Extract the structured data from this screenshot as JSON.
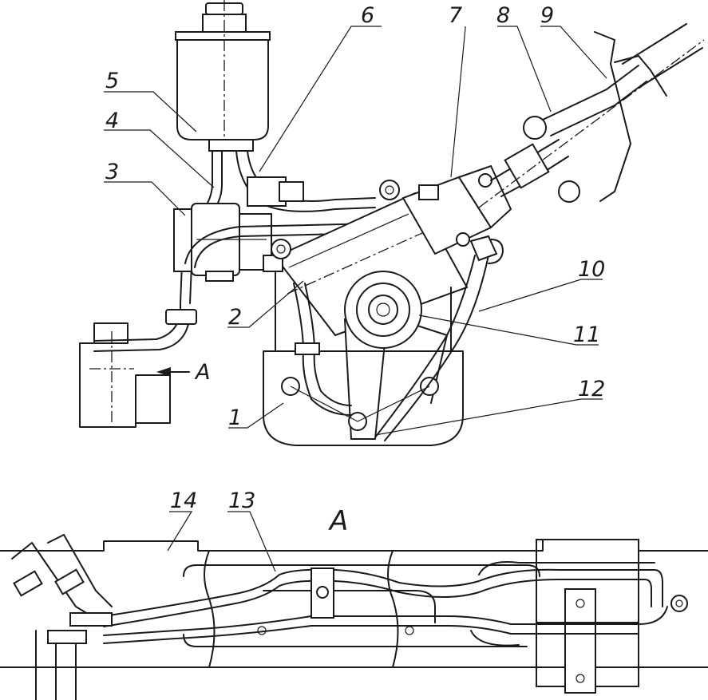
{
  "callouts": [
    {
      "id": "1",
      "text": "1"
    },
    {
      "id": "2",
      "text": "2"
    },
    {
      "id": "3",
      "text": "3"
    },
    {
      "id": "4",
      "text": "4"
    },
    {
      "id": "5",
      "text": "5"
    },
    {
      "id": "6",
      "text": "6"
    },
    {
      "id": "7",
      "text": "7"
    },
    {
      "id": "8",
      "text": "8"
    },
    {
      "id": "9",
      "text": "9"
    },
    {
      "id": "10",
      "text": "10"
    },
    {
      "id": "11",
      "text": "11"
    },
    {
      "id": "12",
      "text": "12"
    },
    {
      "id": "13",
      "text": "13"
    },
    {
      "id": "14",
      "text": "14"
    }
  ],
  "view_arrow_label": "A",
  "section_view_label": "A",
  "colors": {
    "ink": "#1a1a1a",
    "paper": "#ffffff"
  }
}
